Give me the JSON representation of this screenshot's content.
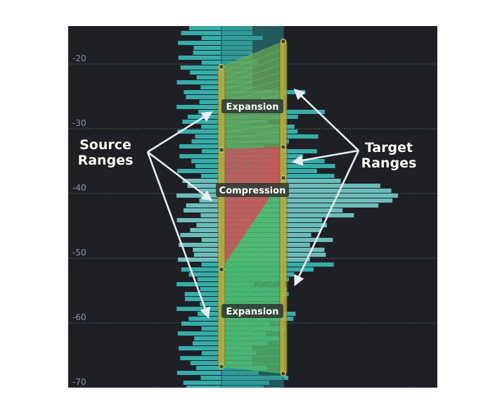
{
  "axis": {
    "ticks": [
      "-20",
      "-30",
      "-40",
      "-50",
      "-60",
      "-70"
    ],
    "tick_values": [
      -20,
      -30,
      -40,
      -50,
      -60,
      -70
    ]
  },
  "range_labels": {
    "expansion_top": "Expansion",
    "compression": "Compression",
    "expansion_bottom": "Expansion"
  },
  "callouts": {
    "source": [
      "Source",
      "Ranges"
    ],
    "target": [
      "Target",
      "Ranges"
    ]
  },
  "colors": {
    "background": "#1e2026",
    "histogram": "#3cc7c2",
    "histogram_light": "#7ad9d4",
    "expansion_fill": "#6aa852",
    "compression_fill": "#c85a5a",
    "handle": "#b8b040",
    "arrow": "#e8eef2"
  }
}
